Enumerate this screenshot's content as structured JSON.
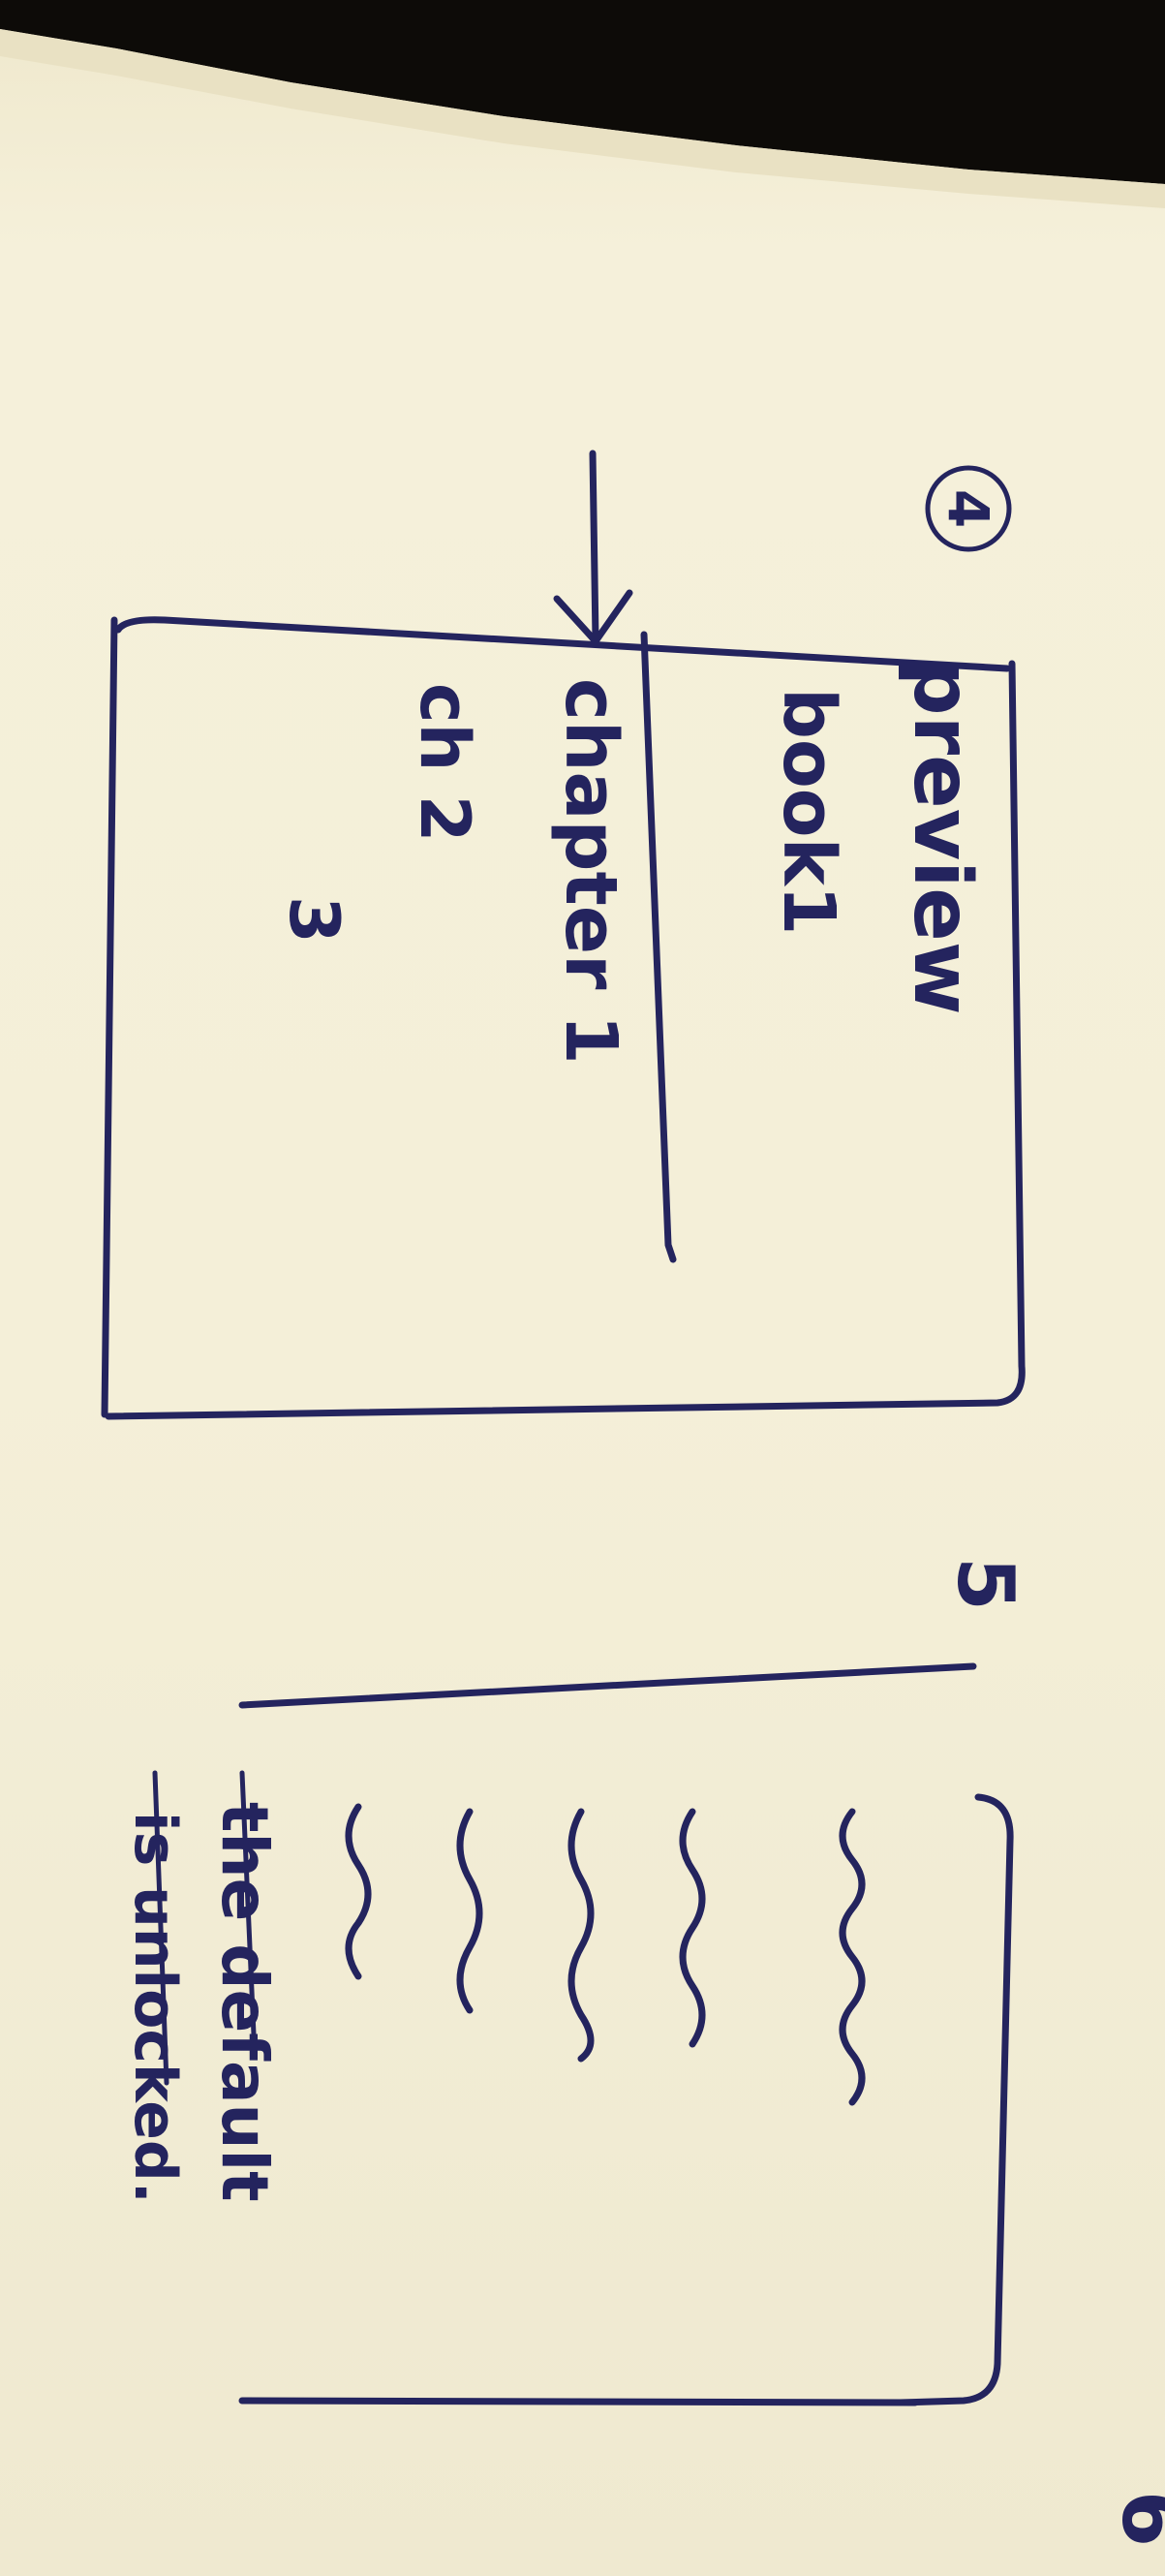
{
  "sketch_4": {
    "step_number": "4",
    "preview_title": "preview",
    "book_label": "book1",
    "chapter_1": "chapter 1",
    "chapter_2": "ch 2",
    "chapter_3": "3"
  },
  "sketch_5": {
    "step_number": "5",
    "note_line_1": "the default",
    "note_line_2": "is unlocked."
  },
  "page_number_6": "6",
  "colors": {
    "ink": "#24245e",
    "paper": "#f3eed6"
  }
}
